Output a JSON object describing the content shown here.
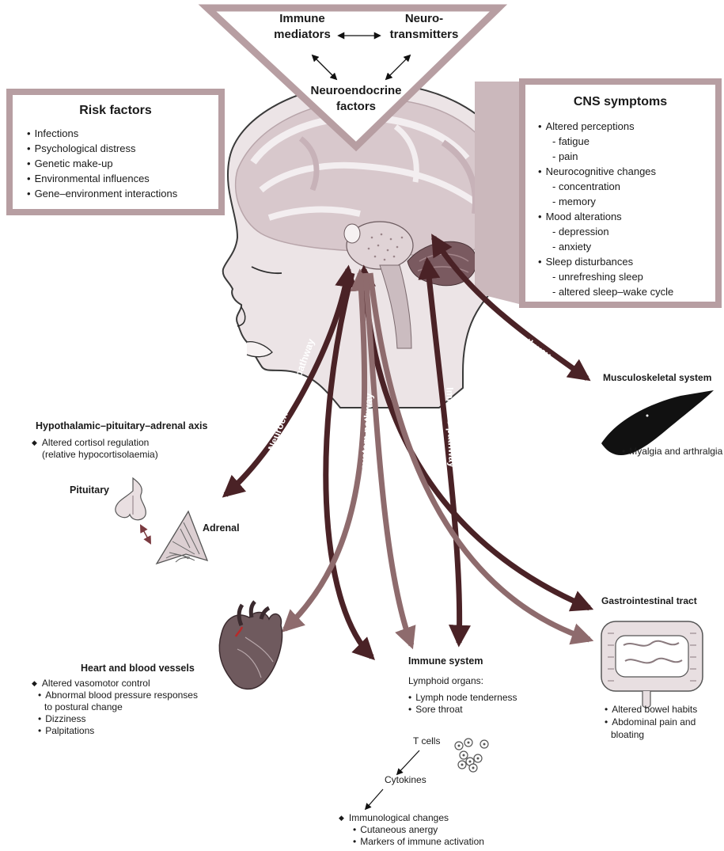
{
  "triangle": {
    "immune_mediators": [
      "Immune",
      "mediators"
    ],
    "neurotransmitters": [
      "Neuro-",
      "transmitters"
    ],
    "neuroendocrine_factors": [
      "Neuroendocrine",
      "factors"
    ]
  },
  "risk_factors": {
    "title": "Risk factors",
    "items": [
      "Infections",
      "Psychological distress",
      "Genetic make-up",
      "Environmental influences",
      "Gene–environment interactions"
    ]
  },
  "cns_symptoms": {
    "title": "CNS symptoms",
    "groups": [
      {
        "label": "Altered perceptions",
        "subs": [
          "fatigue",
          "pain"
        ]
      },
      {
        "label": "Neurocognitive changes",
        "subs": [
          "concentration",
          "memory"
        ]
      },
      {
        "label": "Mood alterations",
        "subs": [
          "depression",
          "anxiety"
        ]
      },
      {
        "label": "Sleep disturbances",
        "subs": [
          "unrefreshing sleep",
          "altered sleep–wake cycle"
        ]
      }
    ]
  },
  "pathways": {
    "neuroendocrine": "Neuroendocrine pathway",
    "sympathetic": "Sympathetic nervous system pathway",
    "immune": "Immune pathway",
    "sensory": "Sensory pathway"
  },
  "musculoskeletal": {
    "title": "Musculoskeletal system",
    "items": [
      "Myalgia and arthralgia"
    ]
  },
  "hpa_axis": {
    "title": "Hypothalamic–pituitary–adrenal axis",
    "items": [
      "Altered cortisol regulation",
      "(relative hypocortisolaemia)"
    ]
  },
  "pituitary": "Pituitary",
  "adrenal": "Adrenal",
  "gastrointestinal": {
    "title": "Gastrointestinal tract",
    "items": [
      "Altered bowel habits",
      "Abdominal pain and",
      "bloating"
    ]
  },
  "heart": {
    "title": "Heart and blood vessels",
    "main": "Altered vasomotor control",
    "items": [
      "Abnormal blood pressure responses",
      "to postural change",
      "Dizziness",
      "Palpitations"
    ]
  },
  "immune_system": {
    "title": "Immune system",
    "lymphoid": "Lymphoid organs:",
    "items": [
      "Lymph node tenderness",
      "Sore throat"
    ],
    "t_cells": "T cells",
    "cytokines": "Cytokines",
    "changes": "Immunological changes",
    "change_items": [
      "Cutaneous anergy",
      "Markers of immune activation"
    ]
  },
  "colors": {
    "dark_arrow": "#4a2226",
    "light_arrow": "#8e6b6d",
    "box_border": "#b79ea2",
    "brain_fill": "#e8dde0"
  }
}
